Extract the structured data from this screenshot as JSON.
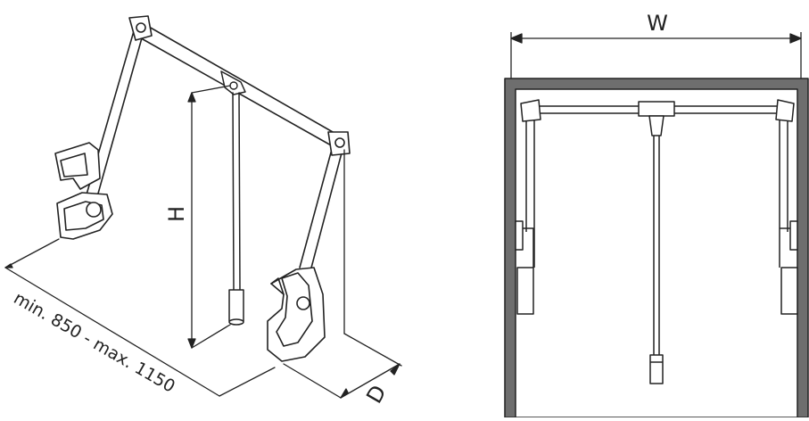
{
  "labels": {
    "width": "W",
    "height": "H",
    "depth": "D",
    "range": "min. 850 - max. 1150"
  },
  "colors": {
    "line": "#222222",
    "frame_fill": "#6e6e6e",
    "background": "#ffffff"
  }
}
